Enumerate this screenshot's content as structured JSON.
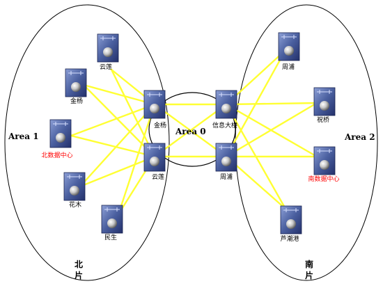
{
  "areas": {
    "area1": "Area 1",
    "area0": "Area 0",
    "area2": "Area 2"
  },
  "zones": {
    "north": "北片",
    "south": "南片"
  },
  "colors": {
    "link": "#ffff33",
    "device_body": "#4a5f9f",
    "highlight_label": "#ff0000"
  },
  "devices": {
    "n_yunlian": "云莲",
    "n_jinyang": "金杨",
    "n_dc": "北数据中心",
    "n_huamu": "花木",
    "n_minsheng": "民生",
    "core_jinyang": "金杨",
    "core_yunlian": "云莲",
    "core_xinxi": "信息大楼",
    "core_zhoupu": "周浦",
    "s_zhoupu": "周浦",
    "s_zhuqiao": "祝桥",
    "s_dc": "南数据中心",
    "s_luchaogang": "芦潮港"
  }
}
